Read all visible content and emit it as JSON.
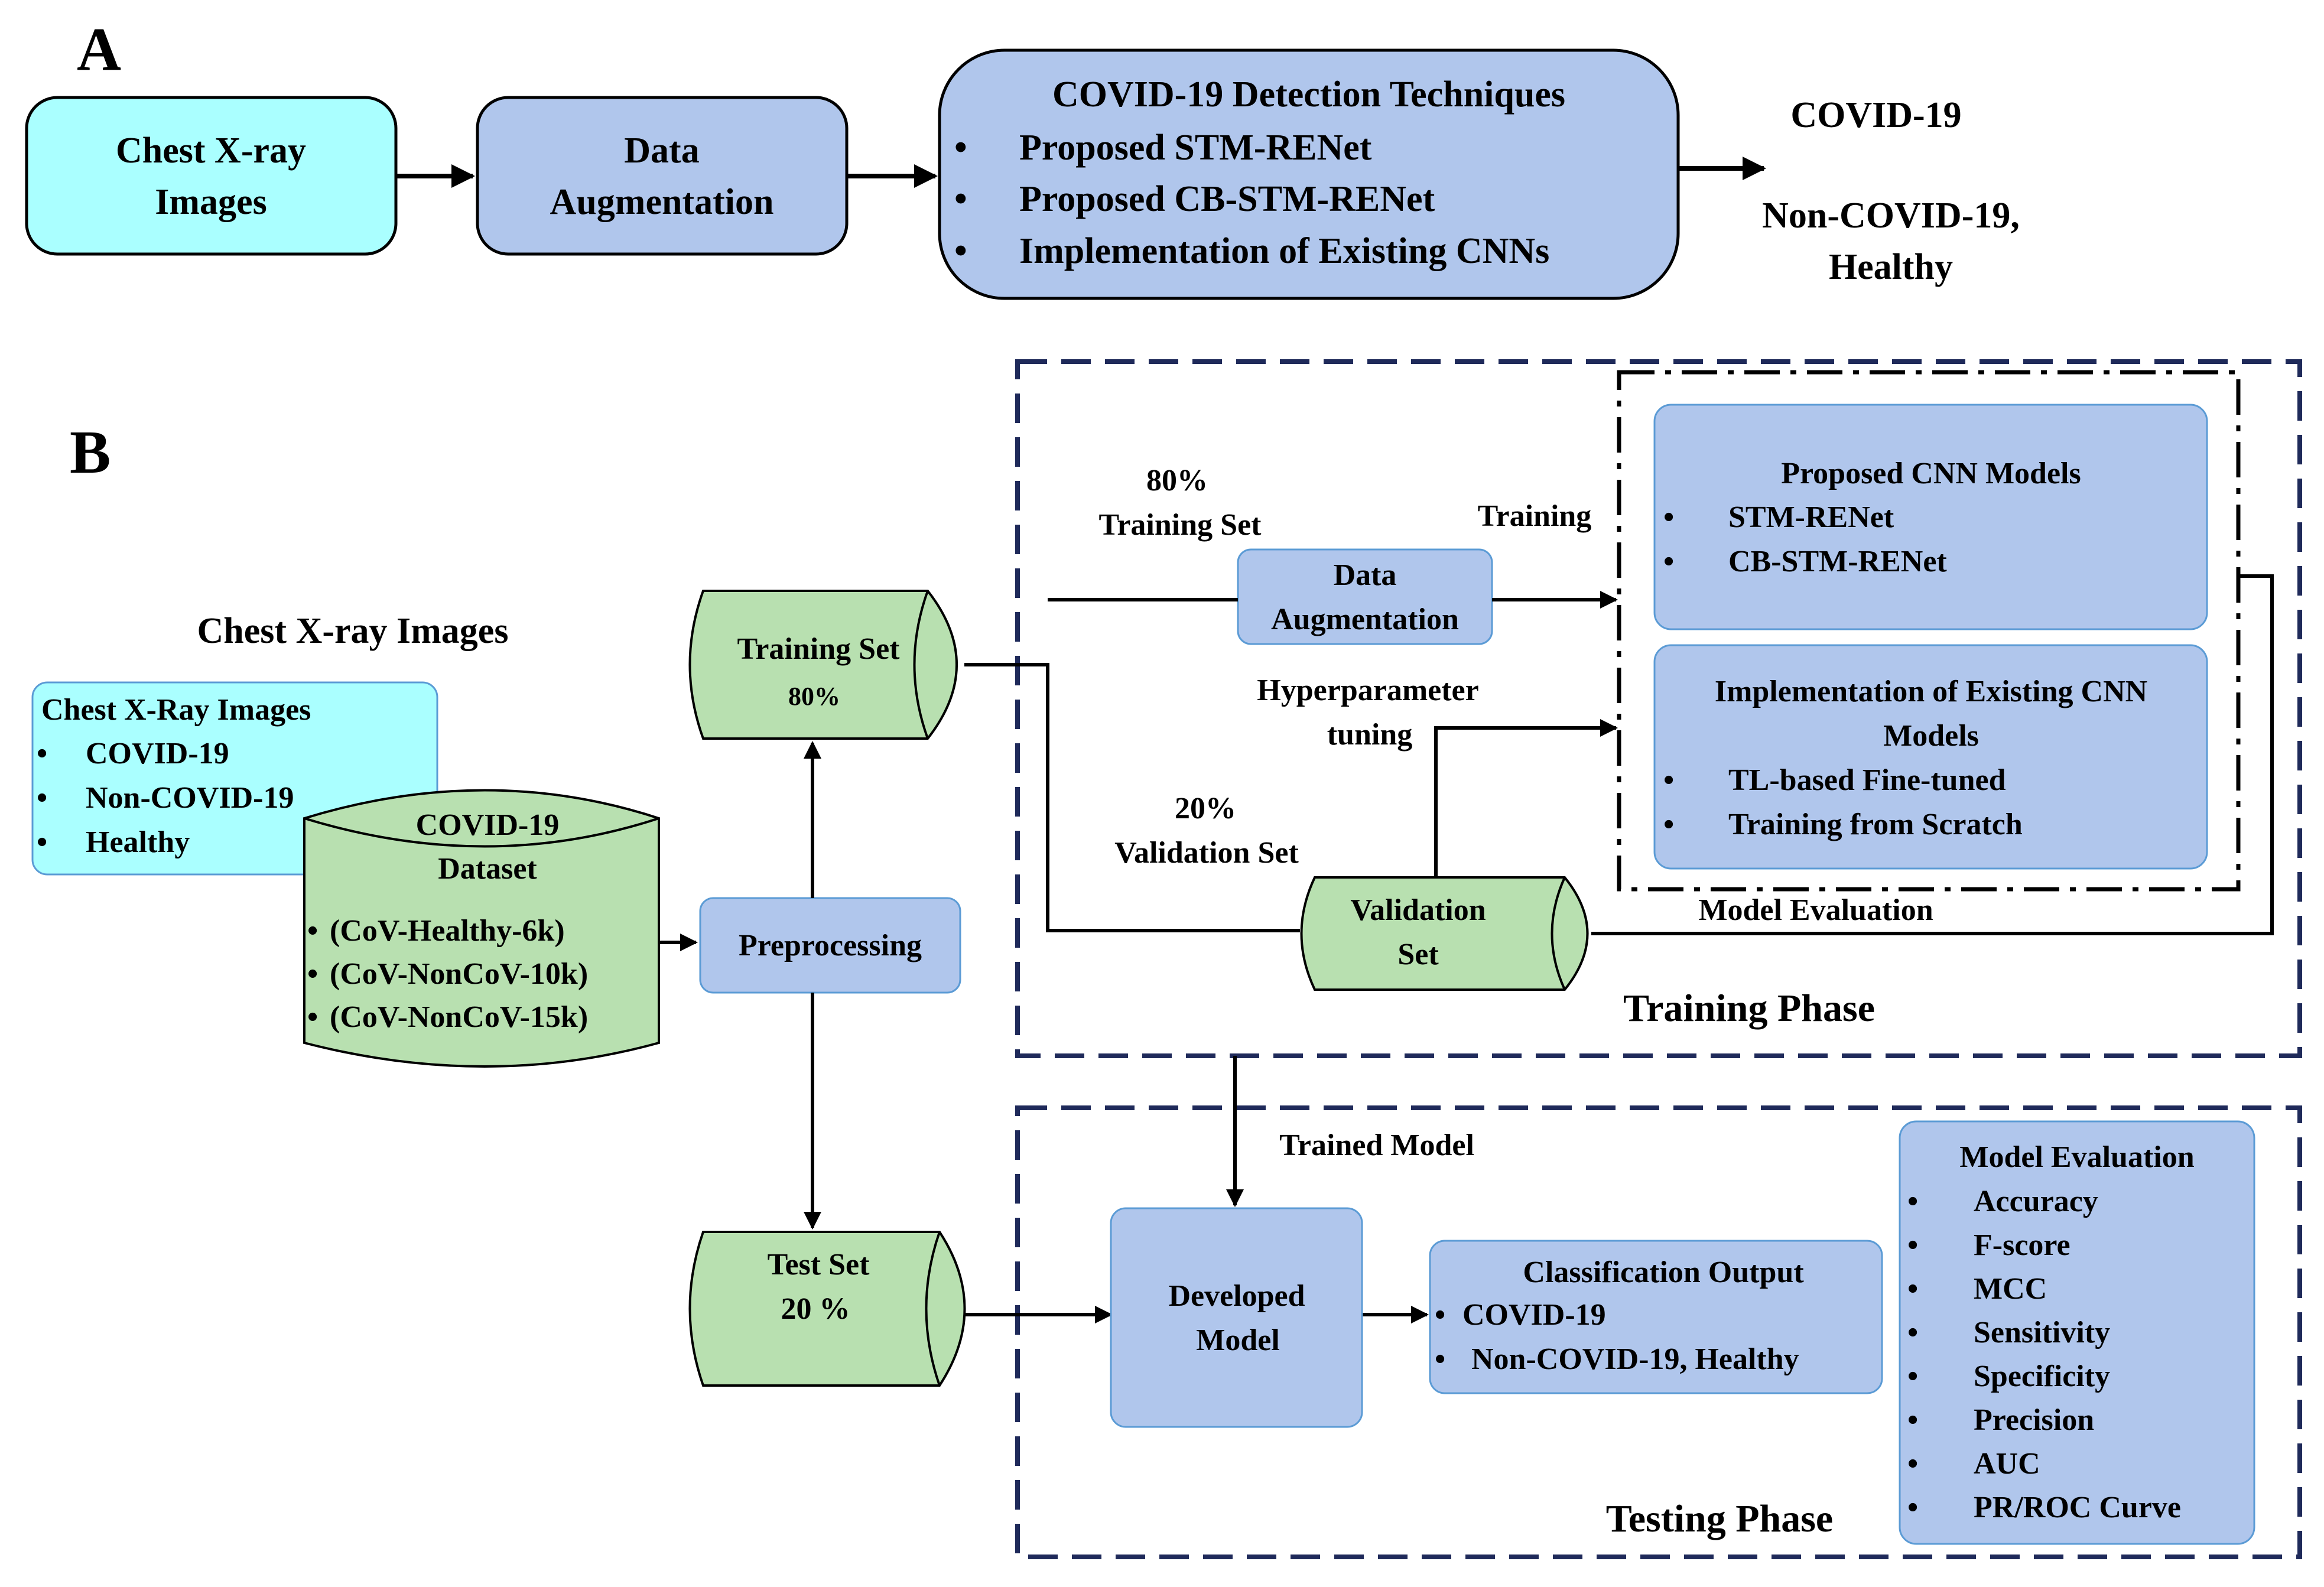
{
  "panel_a": {
    "label": "A",
    "input_box": {
      "line1": "Chest X-ray",
      "line2": "Images"
    },
    "augmentation_box": {
      "line1": "Data",
      "line2": "Augmentation"
    },
    "techniques_box": {
      "title": "COVID-19 Detection Techniques",
      "items": [
        "Proposed STM-RENet",
        "Proposed CB-STM-RENet",
        "Implementation of Existing CNNs"
      ]
    },
    "outputs": {
      "line1": "COVID-19",
      "line2": "Non-COVID-19,",
      "line3": "Healthy"
    }
  },
  "panel_b": {
    "label": "B",
    "chest_heading": "Chest X-ray Images",
    "chest_box": {
      "title": "Chest X-Ray Images",
      "items": [
        "COVID-19",
        "Non-COVID-19",
        "Healthy"
      ]
    },
    "dataset": {
      "line1": "COVID-19",
      "line2": "Dataset",
      "items": [
        "(CoV-Healthy-6k)",
        "(CoV-NonCoV-10k)",
        "(CoV-NonCoV-15k)"
      ]
    },
    "preprocessing": "Preprocessing",
    "training_set": {
      "label": "Training Set",
      "pct": "80%"
    },
    "test_set": {
      "label": "Test Set",
      "pct": "20 %"
    },
    "validation_set": {
      "line1": "Validation",
      "line2": "Set"
    },
    "label_80": {
      "line1": "80%",
      "line2": "Training Set"
    },
    "label_20": {
      "line1": "20%",
      "line2": "Validation Set"
    },
    "augmentation": {
      "line1": "Data",
      "line2": "Augmentation"
    },
    "training_label": "Training",
    "hyper_label": {
      "line1": "Hyperparameter",
      "line2": "tuning"
    },
    "proposed_box": {
      "title": "Proposed CNN Models",
      "items": [
        "STM-RENet",
        "CB-STM-RENet"
      ]
    },
    "existing_box": {
      "line1": "Implementation of Existing  CNN",
      "line2": "Models",
      "items": [
        "TL-based Fine-tuned",
        "Training from Scratch"
      ]
    },
    "model_eval_label": "Model Evaluation",
    "training_phase": "Training Phase",
    "trained_model": "Trained Model",
    "developed_model": {
      "line1": "Developed",
      "line2": "Model"
    },
    "classification": {
      "title": "Classification Output",
      "items": [
        "COVID-19",
        "Non-COVID-19, Healthy"
      ]
    },
    "evaluation_box": {
      "title": "Model Evaluation",
      "items": [
        "Accuracy",
        "F-score",
        "MCC",
        "Sensitivity",
        "Specificity",
        "Precision",
        "AUC",
        "PR/ROC Curve"
      ]
    },
    "testing_phase": "Testing Phase"
  },
  "colors": {
    "cyan_fill": "#aaffff",
    "blue_fill": "#b0c6ec",
    "green_fill": "#b8e0b0",
    "dash_navy": "#1f2a5a",
    "stroke": "#000000"
  },
  "bullet": "•"
}
